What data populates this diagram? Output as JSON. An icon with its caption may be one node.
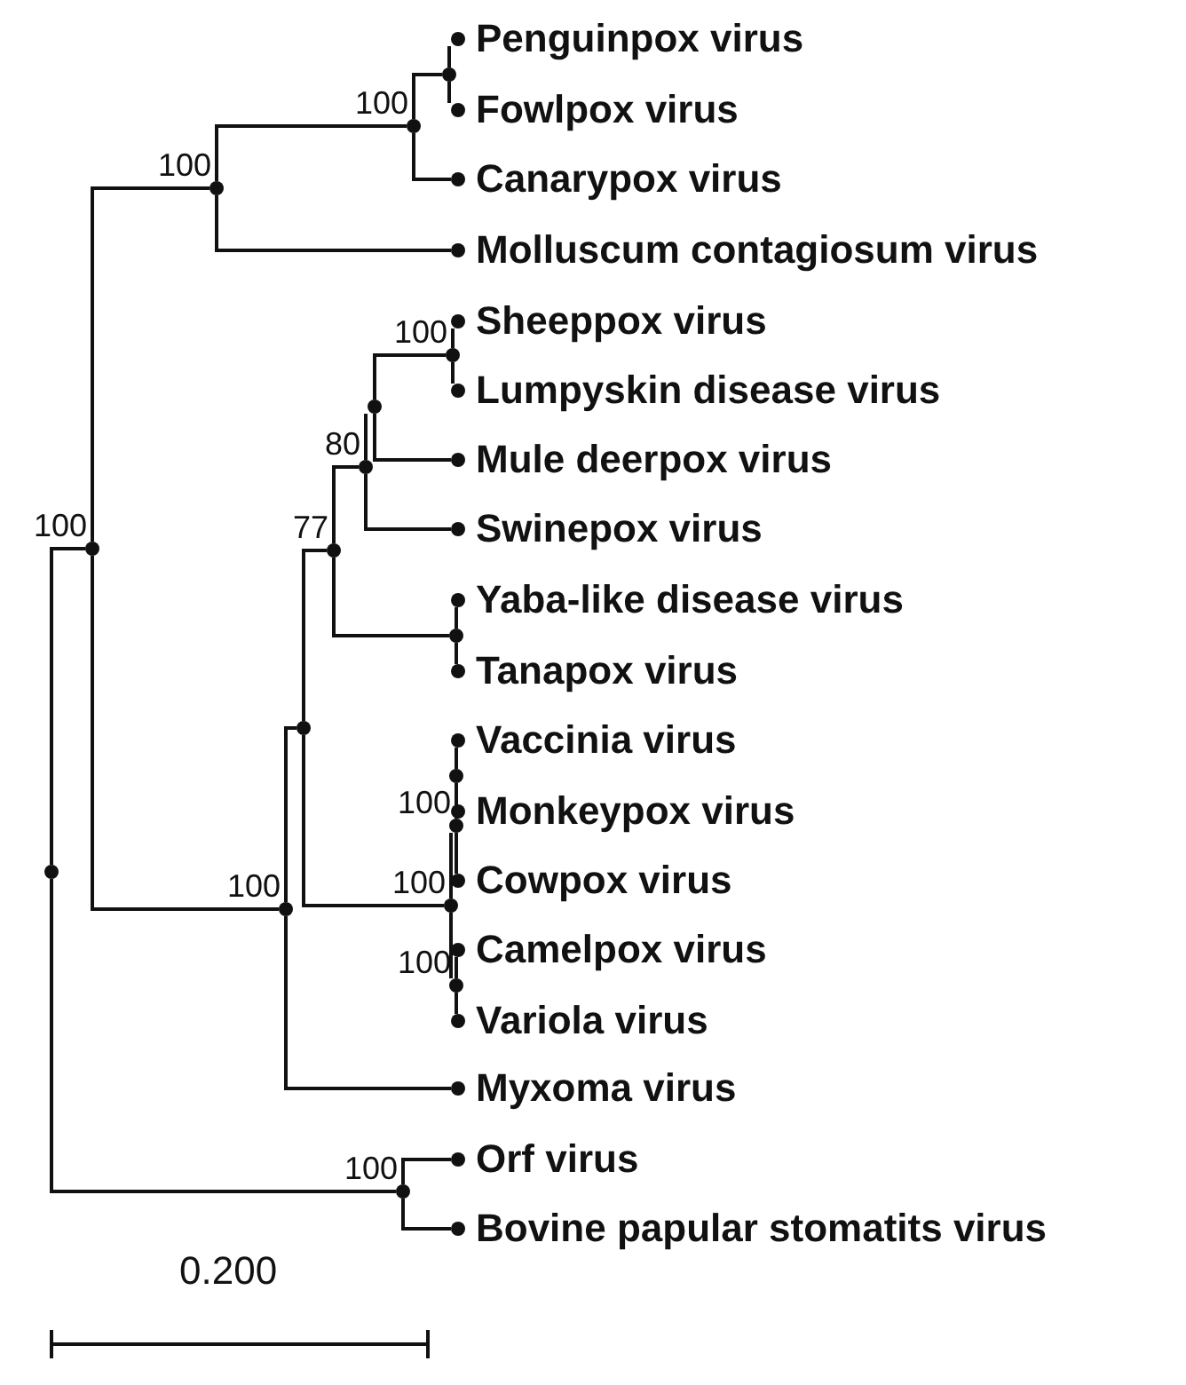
{
  "diagram": {
    "nodes": [
      {
        "text": [
          "Penguinpox virus"
        ]
      },
      {
        "text": [
          "Fowlpox virus"
        ]
      },
      {
        "text": [
          "Canarypox virus"
        ]
      },
      {
        "text": [
          "Molluscum contagiosum virus"
        ]
      },
      {
        "text": [
          "Sheeppox virus"
        ]
      },
      {
        "text": [
          "Lumpyskin disease virus"
        ]
      },
      {
        "text": [
          "Mule deerpox virus"
        ]
      },
      {
        "text": [
          "Swinepox virus"
        ]
      },
      {
        "text": [
          "Yaba-like disease virus"
        ]
      },
      {
        "text": [
          "Tanapox virus"
        ]
      },
      {
        "text": [
          "Vaccinia virus"
        ]
      },
      {
        "text": [
          "Monkeypox virus"
        ]
      },
      {
        "text": [
          "Cowpox virus"
        ]
      },
      {
        "text": [
          "Camelpox virus"
        ]
      },
      {
        "text": [
          "Variola virus"
        ]
      },
      {
        "text": [
          "Myxoma virus"
        ]
      },
      {
        "text": [
          "Orf virus"
        ]
      },
      {
        "text": [
          "Bovine papular stomatits virus"
        ]
      },
      {
        "text": [],
        "shape": "circle"
      },
      {
        "text": [],
        "shape": "circle",
        "beside": [
          "100"
        ]
      },
      {
        "text": [],
        "shape": "circle",
        "beside": [
          "100"
        ]
      },
      {
        "text": [],
        "shape": "circle",
        "beside": [
          "100"
        ]
      },
      {
        "text": [],
        "shape": "circle"
      },
      {
        "text": [],
        "shape": "circle",
        "beside": [
          "77"
        ]
      },
      {
        "text": [],
        "shape": "circle",
        "beside": [
          "80"
        ]
      },
      {
        "text": [],
        "shape": "circle"
      },
      {
        "text": [],
        "shape": "circle",
        "beside": [
          "100"
        ]
      },
      {
        "text": [],
        "shape": "circle",
        "beside": [
          "100"
        ]
      },
      {
        "text": [],
        "shape": "circle"
      },
      {
        "text": [],
        "shape": "circle",
        "beside": [
          "100"
        ]
      },
      {
        "text": [],
        "shape": "circle",
        "beside": [
          "100"
        ]
      },
      {
        "text": [],
        "shape": "circle"
      },
      {
        "text": [],
        "shape": "circle",
        "beside": [
          "100"
        ]
      },
      {
        "text": [],
        "shape": "circle",
        "beside": [
          "100"
        ]
      },
      {
        "text": [],
        "shape": "circle"
      }
    ],
    "edges": [
      {
        "from": 18,
        "to": 19,
        "arrow": "none"
      },
      {
        "from": 18,
        "to": 26,
        "arrow": "none"
      },
      {
        "from": 19,
        "to": 20,
        "arrow": "none"
      },
      {
        "from": 19,
        "to": 21,
        "arrow": "none"
      },
      {
        "from": 20,
        "to": 27,
        "arrow": "none"
      },
      {
        "from": 20,
        "to": 3,
        "arrow": "none"
      },
      {
        "from": 27,
        "to": 28,
        "arrow": "none"
      },
      {
        "from": 27,
        "to": 2,
        "arrow": "none"
      },
      {
        "from": 28,
        "to": 0,
        "arrow": "none"
      },
      {
        "from": 28,
        "to": 1,
        "arrow": "none"
      },
      {
        "from": 21,
        "to": 22,
        "arrow": "none"
      },
      {
        "from": 21,
        "to": 15,
        "arrow": "none"
      },
      {
        "from": 22,
        "to": 23,
        "arrow": "none"
      },
      {
        "from": 22,
        "to": 29,
        "arrow": "none"
      },
      {
        "from": 23,
        "to": 24,
        "arrow": "none"
      },
      {
        "from": 23,
        "to": 34,
        "arrow": "none"
      },
      {
        "from": 24,
        "to": 25,
        "arrow": "none"
      },
      {
        "from": 24,
        "to": 7,
        "arrow": "none"
      },
      {
        "from": 25,
        "to": 30,
        "arrow": "none"
      },
      {
        "from": 25,
        "to": 6,
        "arrow": "none"
      },
      {
        "from": 30,
        "to": 4,
        "arrow": "none"
      },
      {
        "from": 30,
        "to": 5,
        "arrow": "none"
      },
      {
        "from": 34,
        "to": 8,
        "arrow": "none"
      },
      {
        "from": 34,
        "to": 9,
        "arrow": "none"
      },
      {
        "from": 29,
        "to": 32,
        "arrow": "none"
      },
      {
        "from": 29,
        "to": 33,
        "arrow": "none"
      },
      {
        "from": 32,
        "to": 31,
        "arrow": "none"
      },
      {
        "from": 32,
        "to": 12,
        "arrow": "none"
      },
      {
        "from": 31,
        "to": 10,
        "arrow": "none"
      },
      {
        "from": 31,
        "to": 11,
        "arrow": "none"
      },
      {
        "from": 33,
        "to": 13,
        "arrow": "none"
      },
      {
        "from": 33,
        "to": 14,
        "arrow": "none"
      },
      {
        "from": 26,
        "to": 16,
        "arrow": "none"
      },
      {
        "from": 26,
        "to": 17,
        "arrow": "none"
      }
    ],
    "labels": [
      "0.200"
    ]
  }
}
